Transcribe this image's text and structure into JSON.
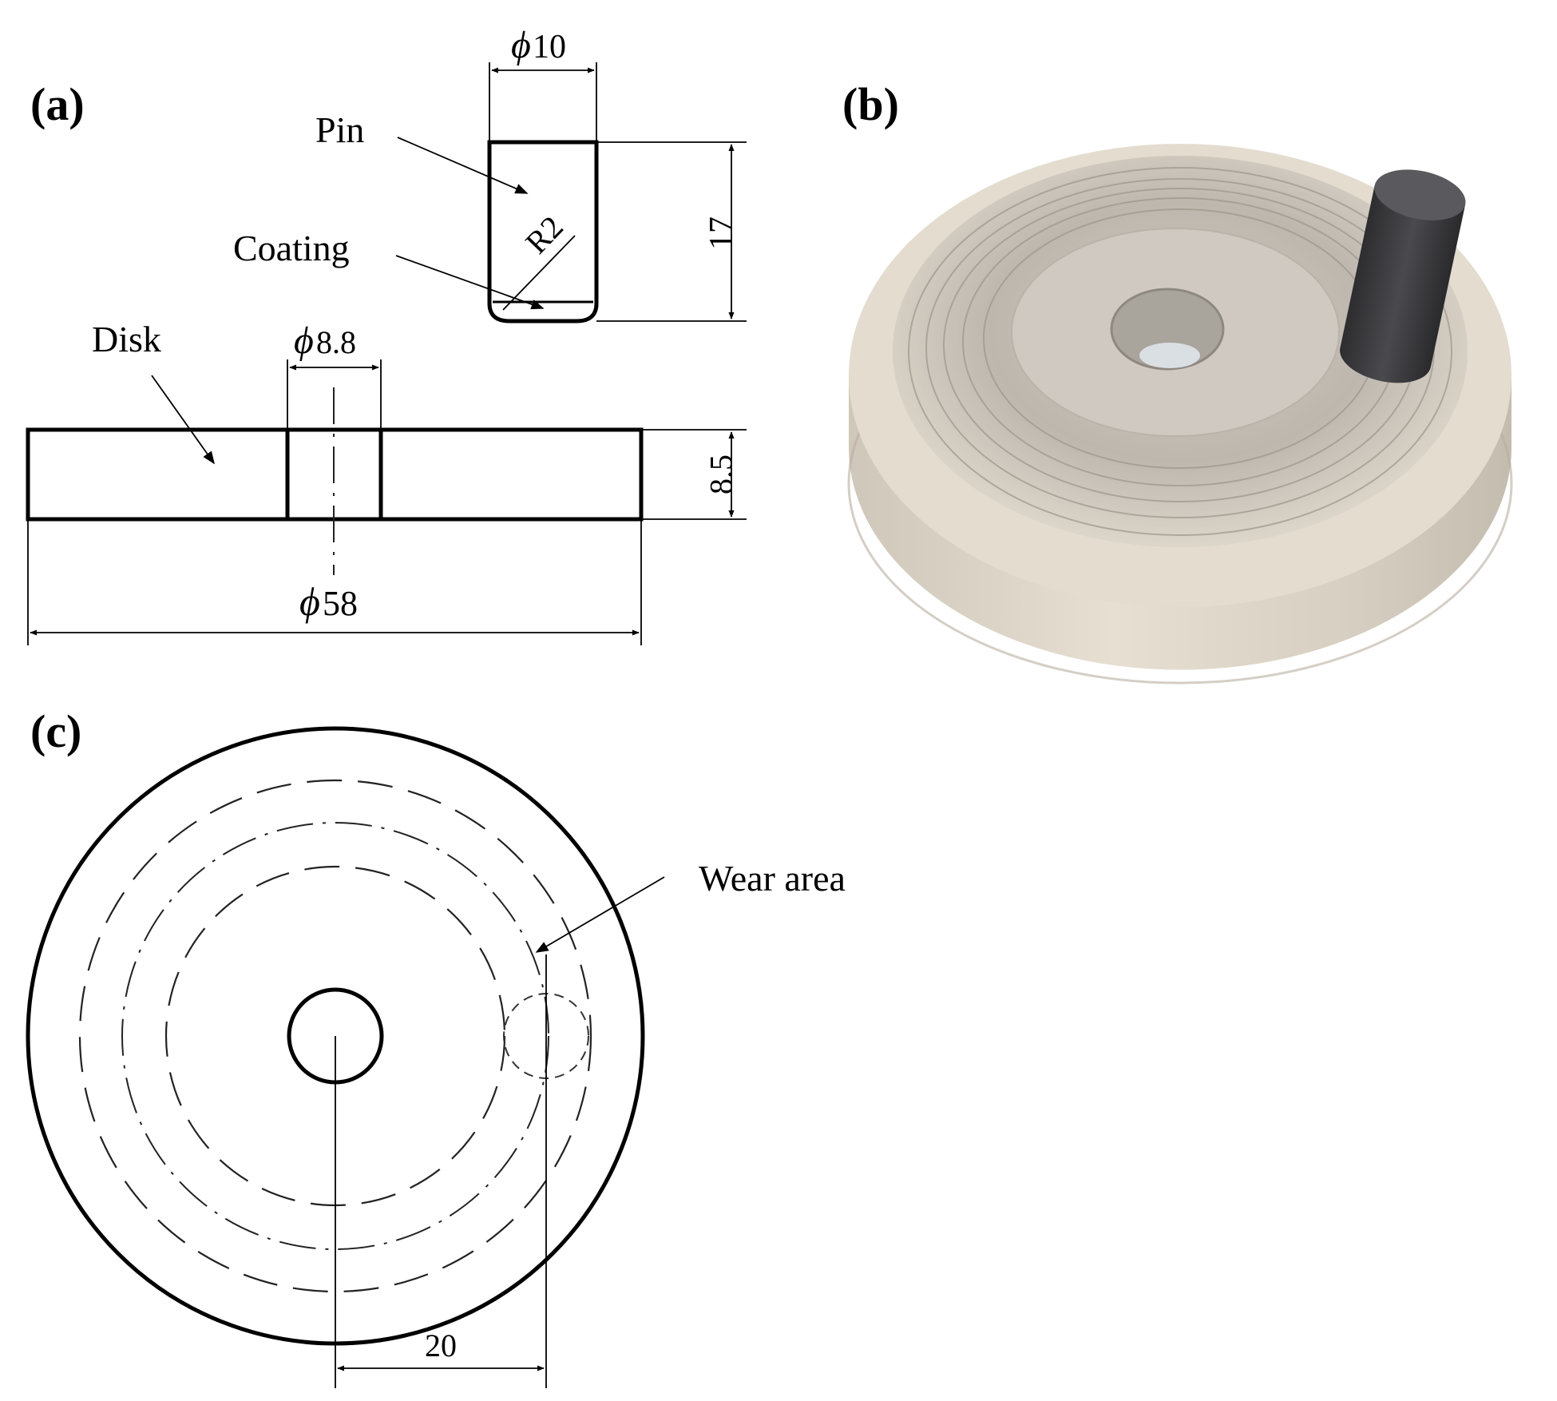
{
  "panels": {
    "a": {
      "label": "(a)",
      "pin_label": "Pin",
      "coating_label": "Coating",
      "disk_label": "Disk",
      "dims": {
        "pin_diameter": "10",
        "pin_height": "17",
        "pin_radius": "R2",
        "hole_diameter": "8.8",
        "disk_thickness": "8.5",
        "disk_diameter": "58"
      },
      "diameter_symbol": "ϕ"
    },
    "b": {
      "label": "(b)"
    },
    "c": {
      "label": "(c)",
      "wear_label": "Wear area",
      "dims": {
        "track_radius": "20"
      }
    }
  },
  "colors": {
    "line": "#000000",
    "disk_metal": "#d9d2c6",
    "pin_dark": "#3a3a3c"
  }
}
